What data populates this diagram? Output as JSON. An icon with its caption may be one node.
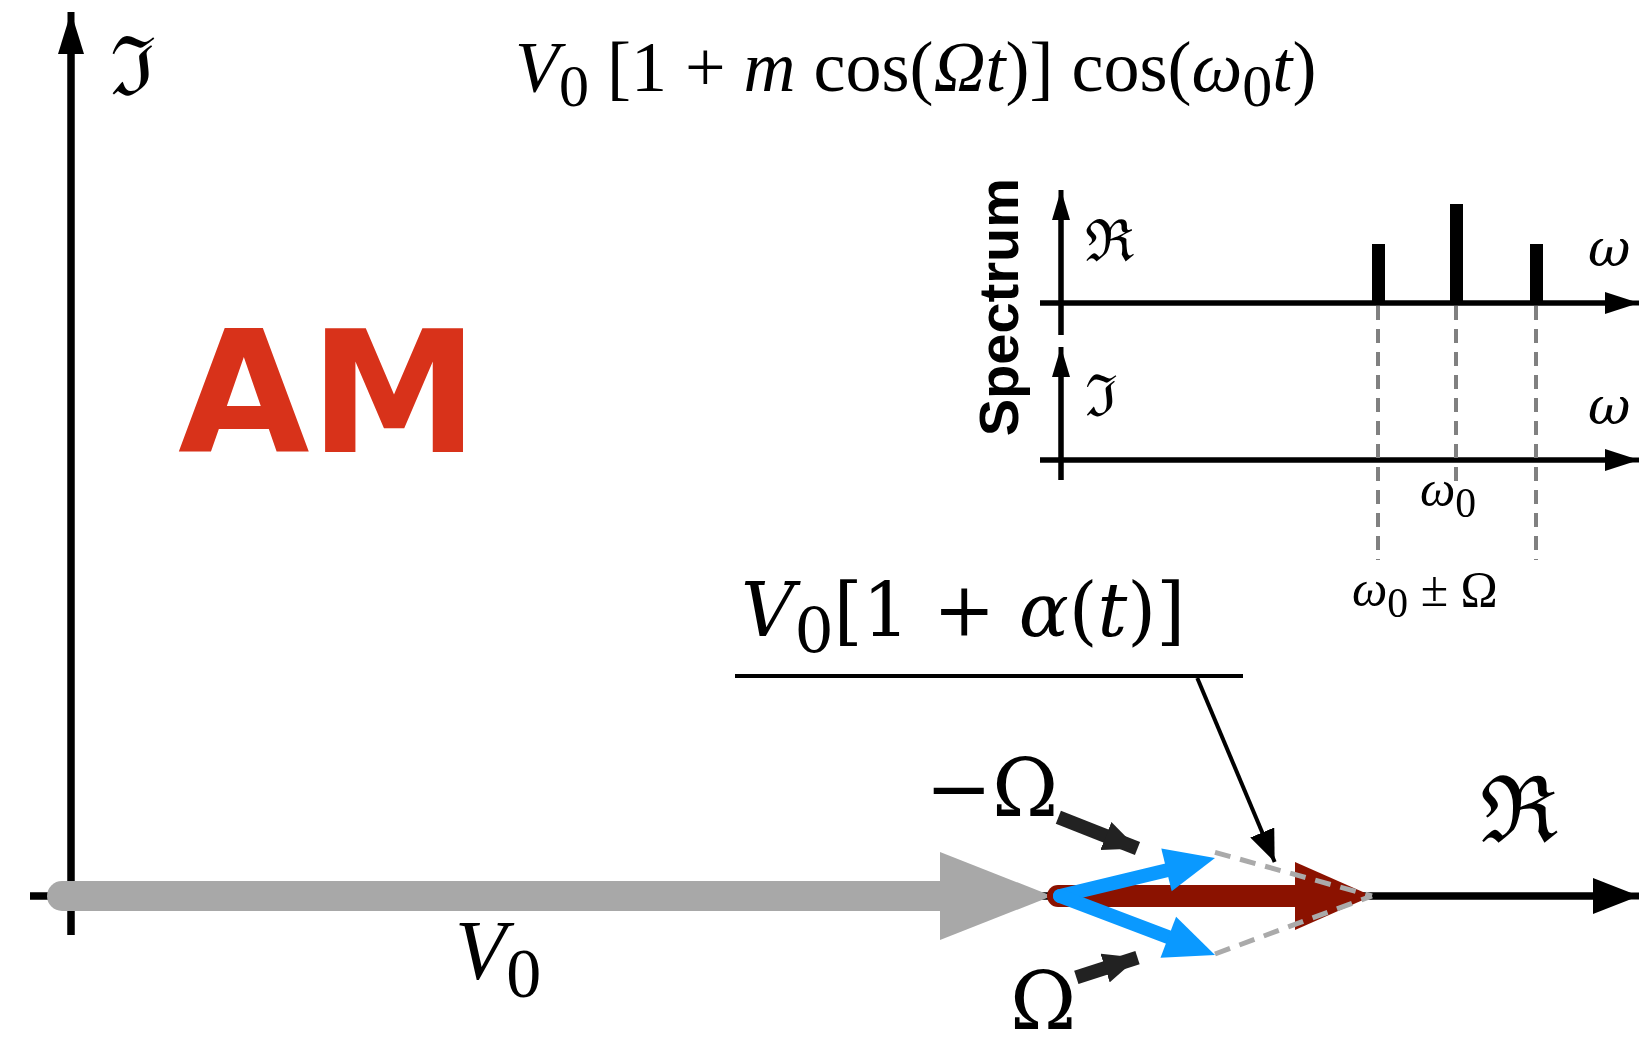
{
  "diagram": {
    "nodes": [
      {
        "text": [
          "*V*$_{0}$[1 + *α*(*t*)]"
        ]
      },
      {
        "text": [],
        "shape": "arrow"
      },
      {
        "text": [
          "−Ω"
        ]
      },
      {
        "text": [],
        "shape": "arrow"
      },
      {
        "text": [
          "Ω"
        ]
      },
      {
        "text": [],
        "shape": "arrow"
      }
    ],
    "edges": [
      {
        "from": 0,
        "to": 1,
        "arrow": "to"
      },
      {
        "from": 2,
        "to": 3,
        "arrow": "to",
        "style": "thick",
        "color": "#222222"
      },
      {
        "from": 4,
        "to": 5,
        "arrow": "to",
        "style": "thick",
        "color": "#222222"
      },
      {
        "from": 3,
        "to": 1,
        "arrow": "none",
        "style": "dashed",
        "color": "#aaaaaa"
      },
      {
        "from": 5,
        "to": 1,
        "arrow": "none",
        "style": "dashed",
        "color": "#aaaaaa"
      }
    ],
    "labels": [
      "ℑ",
      "*V*$_{0}$ [1 + *m* cos(*Ωt*)] cos(*ω*$_{0}$*t*)",
      "AM",
      "Spectrum",
      "ℜ",
      "ℑ",
      "*ω*",
      "*ω*",
      "*ω*$_{0}$",
      "*ω*$_{0}$ ± Ω",
      "ℜ",
      "*V*$_{0}$"
    ]
  }
}
